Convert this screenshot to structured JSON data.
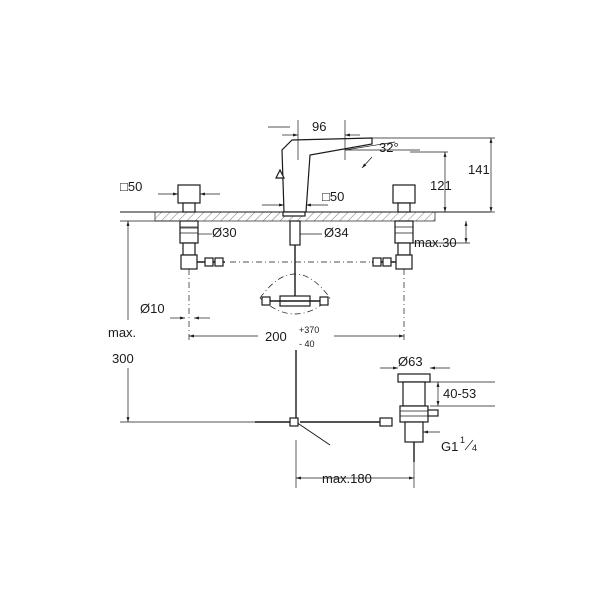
{
  "dimensions": {
    "width_96": "96",
    "angle_32": "32°",
    "height_141": "141",
    "height_121": "121",
    "square_50_left": "□50",
    "square_50_center": "□50",
    "dia_30": "Ø30",
    "dia_34": "Ø34",
    "max_30": "max.30",
    "dia_10": "Ø10",
    "spread_200": "200",
    "spread_plus": "+370",
    "spread_minus": "- 40",
    "max_label": "max.",
    "max_300": "300",
    "dia_63": "Ø63",
    "range_40_53": "40-53",
    "thread_g": "G1",
    "thread_num": "1",
    "thread_den": "4",
    "max_180": "max.180"
  }
}
